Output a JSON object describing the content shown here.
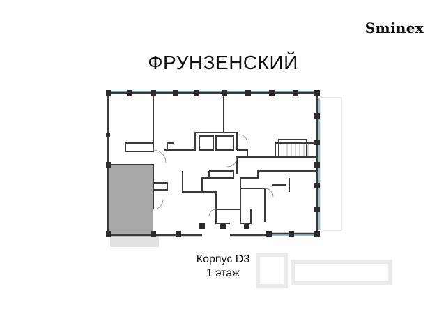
{
  "brand": {
    "name": "Sminex"
  },
  "complex": {
    "name": "ФРУНЗЕНСКИЙ"
  },
  "floorplan": {
    "building": "Корпус D3",
    "floor": "1 этаж",
    "highlighted_unit": "selected-apartment",
    "colors": {
      "wall": "#3a3a3a",
      "window": "#7dbfc0",
      "highlight": "#a8a8a8",
      "balcony": "#dcdcdc"
    }
  }
}
